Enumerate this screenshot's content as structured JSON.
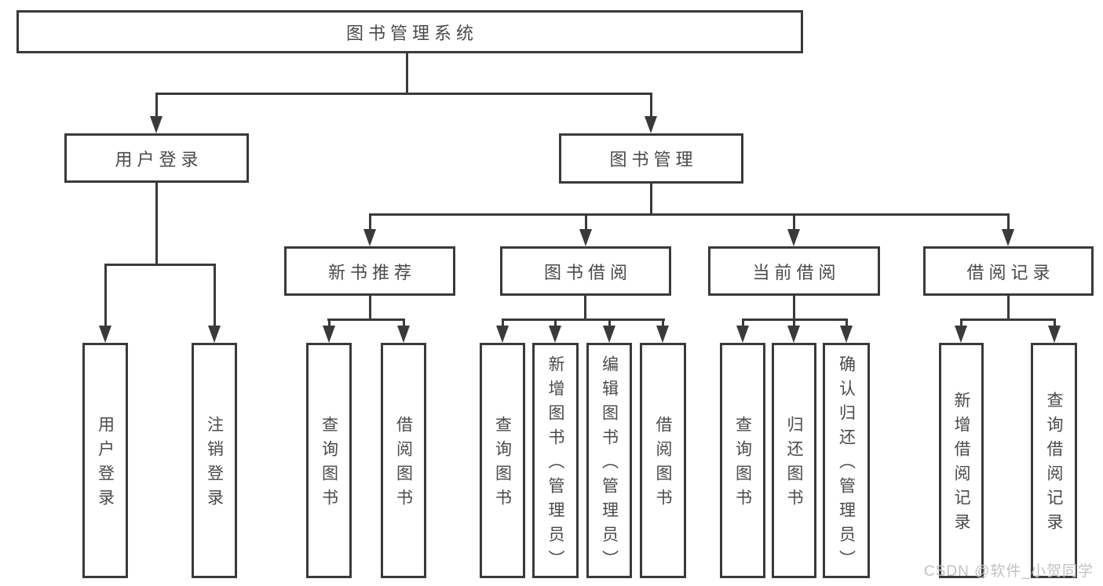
{
  "nodes": {
    "root": {
      "label": "图书管理系统"
    },
    "user_login": {
      "label": "用户登录"
    },
    "book_management": {
      "label": "图书管理"
    },
    "new_book_recommend": {
      "label": "新书推荐"
    },
    "book_borrow": {
      "label": "图书借阅"
    },
    "current_borrow": {
      "label": "当前借阅"
    },
    "borrow_records": {
      "label": "借阅记录"
    },
    "leaves": {
      "user_login": {
        "label": "用户登录"
      },
      "logout": {
        "label": "注销登录"
      },
      "nbr_query_books": {
        "label": "查询图书"
      },
      "nbr_borrow_books": {
        "label": "借阅图书"
      },
      "bb_query_books": {
        "label": "查询图书"
      },
      "bb_add_books": {
        "label": "新增图书（管理员）"
      },
      "bb_edit_books": {
        "label": "编辑图书（管理员）"
      },
      "bb_borrow_books": {
        "label": "借阅图书"
      },
      "cb_query_books": {
        "label": "查询图书"
      },
      "cb_return_books": {
        "label": "归还图书"
      },
      "cb_confirm_return": {
        "label": "确认归还（管理员）"
      },
      "br_add_record": {
        "label": "新增借阅记录"
      },
      "br_query_record": {
        "label": "查询借阅记录"
      }
    }
  },
  "watermark": {
    "text": "CSDN @软件_小贺同学"
  },
  "colors": {
    "line": "#3a3a3a",
    "text": "#4a4a4a",
    "watermark": "#c3c3c3",
    "background": "#ffffff"
  }
}
